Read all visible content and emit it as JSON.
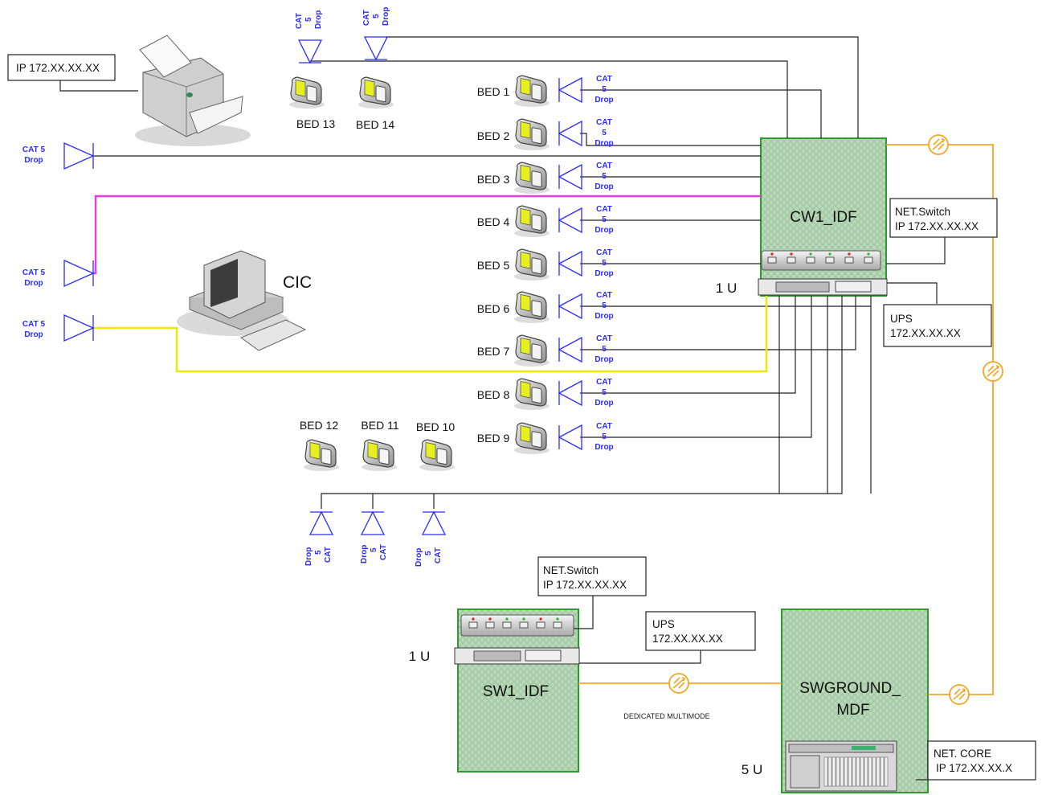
{
  "colors": {
    "line": "#222222",
    "cat5_drop_blue": "#2b2bff",
    "fiber_orange": "#f5a623",
    "cic_magenta": "#e63ce6",
    "cic_yellow": "#f0e600",
    "idf_green_fill": "#b4d6b4",
    "idf_green_border": "#2f9a2f"
  },
  "icons": [
    "printer-icon",
    "computer-icon",
    "bed-monitor-icon",
    "network-switch-icon",
    "ups-icon",
    "server-rack-icon",
    "cat5-drop-icon",
    "fiber-link-icon"
  ],
  "printer_box": {
    "ip": "IP 172.XX.XX.XX"
  },
  "cat5_drop": {
    "line1": "CAT 5",
    "line2": "Drop",
    "v1": "CAT",
    "v2": "5",
    "v3": "Drop"
  },
  "beds": {
    "top": [
      "BED 13",
      "BED 14"
    ],
    "right": [
      "BED 1",
      "BED 2",
      "BED 3",
      "BED 4",
      "BED 5",
      "BED 6",
      "BED 7",
      "BED 8",
      "BED 9"
    ],
    "bottom": [
      "BED 12",
      "BED 11",
      "BED 10"
    ]
  },
  "cic": {
    "label": "CIC"
  },
  "cw1": {
    "name": "CW1_IDF",
    "rack_units": "1 U",
    "switch": {
      "title": "NET.Switch",
      "ip": "IP 172.XX.XX.XX"
    },
    "ups": {
      "title": "UPS",
      "ip": "172.XX.XX.XX"
    }
  },
  "sw1": {
    "name": "SW1_IDF",
    "rack_units": "1 U",
    "switch": {
      "title": "NET.Switch",
      "ip": "IP 172.XX.XX.XX"
    },
    "ups": {
      "title": "UPS",
      "ip": "172.XX.XX.XX"
    }
  },
  "mdf": {
    "name_line1": "SWGROUND_",
    "name_line2": "MDF",
    "rack_units": "5 U",
    "core": {
      "title": "NET. CORE",
      "ip": "IP 172.XX.XX.X"
    }
  },
  "link_label": "DEDICATED MULTIMODE"
}
